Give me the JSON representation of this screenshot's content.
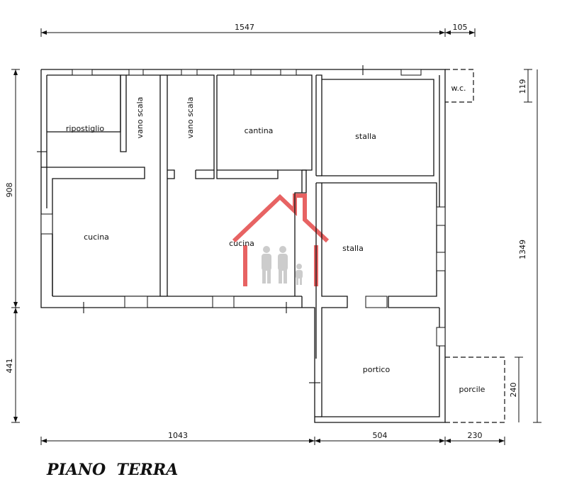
{
  "dimensions": {
    "top_main": "1547",
    "top_wc": "105",
    "left_upper": "908",
    "left_lower": "441",
    "right_wc": "119",
    "right_total": "1349",
    "right_porcile": "240",
    "bottom_left": "1043",
    "bottom_mid": "504",
    "bottom_right": "230"
  },
  "rooms": {
    "ripostiglio": "ripostiglio",
    "vano_scala_1": "vano scala",
    "vano_scala_2": "vano scala",
    "cantina": "cantina",
    "stalla_top": "stalla",
    "wc": "w.c.",
    "cucina_left": "cucina",
    "cucina_mid": "cucina",
    "stalla_mid": "stalla",
    "portico": "portico",
    "porcile": "porcile"
  },
  "title": "PIANO  TERRA",
  "watermark": {
    "color": "#e03030"
  }
}
